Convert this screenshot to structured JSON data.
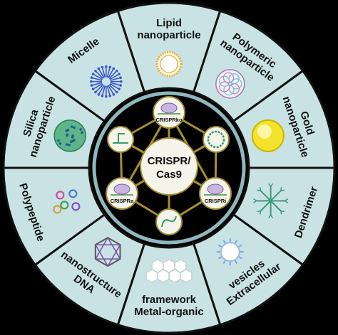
{
  "center": {
    "line1": "CRISPR/",
    "line2": "Cas9"
  },
  "hub_labels": {
    "top": "CRISPRko",
    "left": "CRISPRa",
    "right": "CRISPRi"
  },
  "segments": [
    {
      "id": "lipid-nanoparticle",
      "lines": [
        "Lipid",
        "nanoparticle"
      ]
    },
    {
      "id": "polymeric-nanoparticle",
      "lines": [
        "Polymeric",
        "nanoparticle"
      ]
    },
    {
      "id": "gold-nanoparticle",
      "lines": [
        "Gold",
        "nanoparticle"
      ]
    },
    {
      "id": "dendrimer",
      "lines": [
        "Dendrimer"
      ]
    },
    {
      "id": "extracellular-vesicles",
      "lines": [
        "Extracellular",
        "vesicles"
      ]
    },
    {
      "id": "metal-organic-framework",
      "lines": [
        "Metal-organic",
        "framework"
      ]
    },
    {
      "id": "dna-nanostructure",
      "lines": [
        "DNA",
        "nanostructure"
      ]
    },
    {
      "id": "polypeptide",
      "lines": [
        "Polypeptide"
      ]
    },
    {
      "id": "silica-nanoparticle",
      "lines": [
        "Silica",
        "nanoparticle"
      ]
    },
    {
      "id": "micelle",
      "lines": [
        "Micelle"
      ]
    }
  ],
  "colors": {
    "ring_fill": "#c9e3e5",
    "ring_stroke": "#111111",
    "hub_bg": "#000000",
    "hub_ring": "#8fb8bd",
    "node_fill": "#f4f4ea",
    "node_stroke": "#9c8a2a",
    "connector": "#a6902e"
  }
}
